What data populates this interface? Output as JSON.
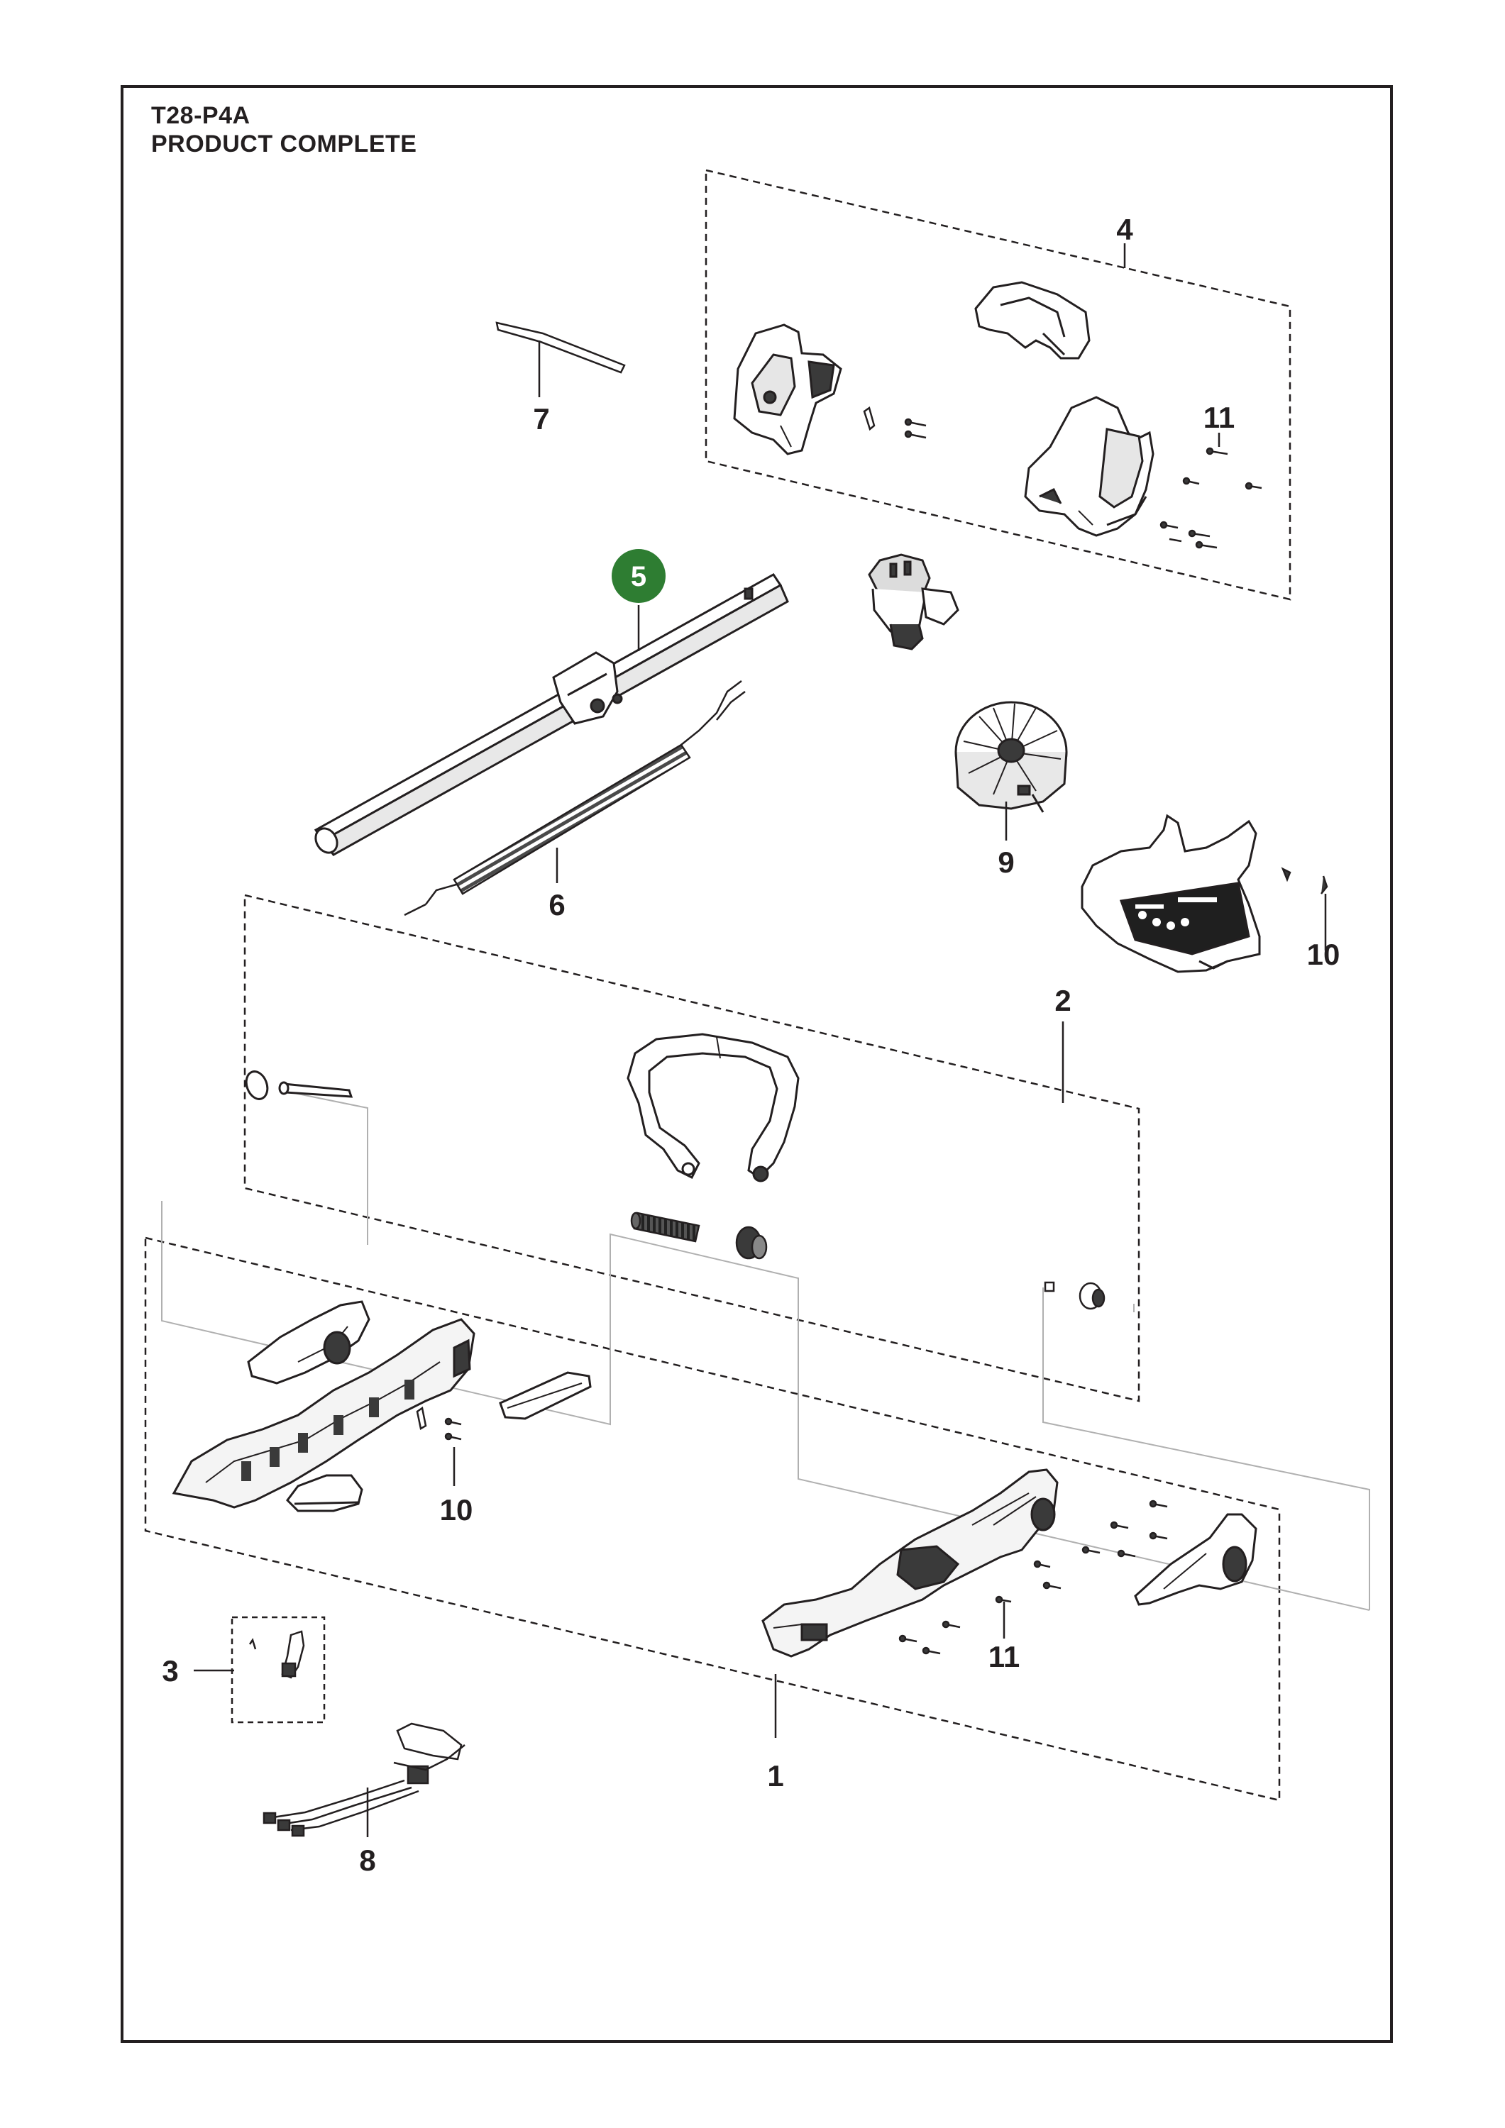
{
  "header": {
    "model": "T28-P4A",
    "section": "PRODUCT COMPLETE"
  },
  "callouts": [
    {
      "id": "c4",
      "label": "4"
    },
    {
      "id": "c7",
      "label": "7"
    },
    {
      "id": "c11a",
      "label": "11"
    },
    {
      "id": "c5",
      "label": "5",
      "highlighted": true
    },
    {
      "id": "c9",
      "label": "9"
    },
    {
      "id": "c6",
      "label": "6"
    },
    {
      "id": "c10a",
      "label": "10"
    },
    {
      "id": "c2",
      "label": "2"
    },
    {
      "id": "c10b",
      "label": "10"
    },
    {
      "id": "c3",
      "label": "3"
    },
    {
      "id": "c11b",
      "label": "11"
    },
    {
      "id": "c1",
      "label": "1"
    },
    {
      "id": "c8",
      "label": "8"
    }
  ],
  "colors": {
    "line": "#231f20",
    "highlight": "#2e7d32",
    "part_fill": "#d9d9d9",
    "part_dark": "#3a3a3a",
    "frame": "#231f20"
  }
}
